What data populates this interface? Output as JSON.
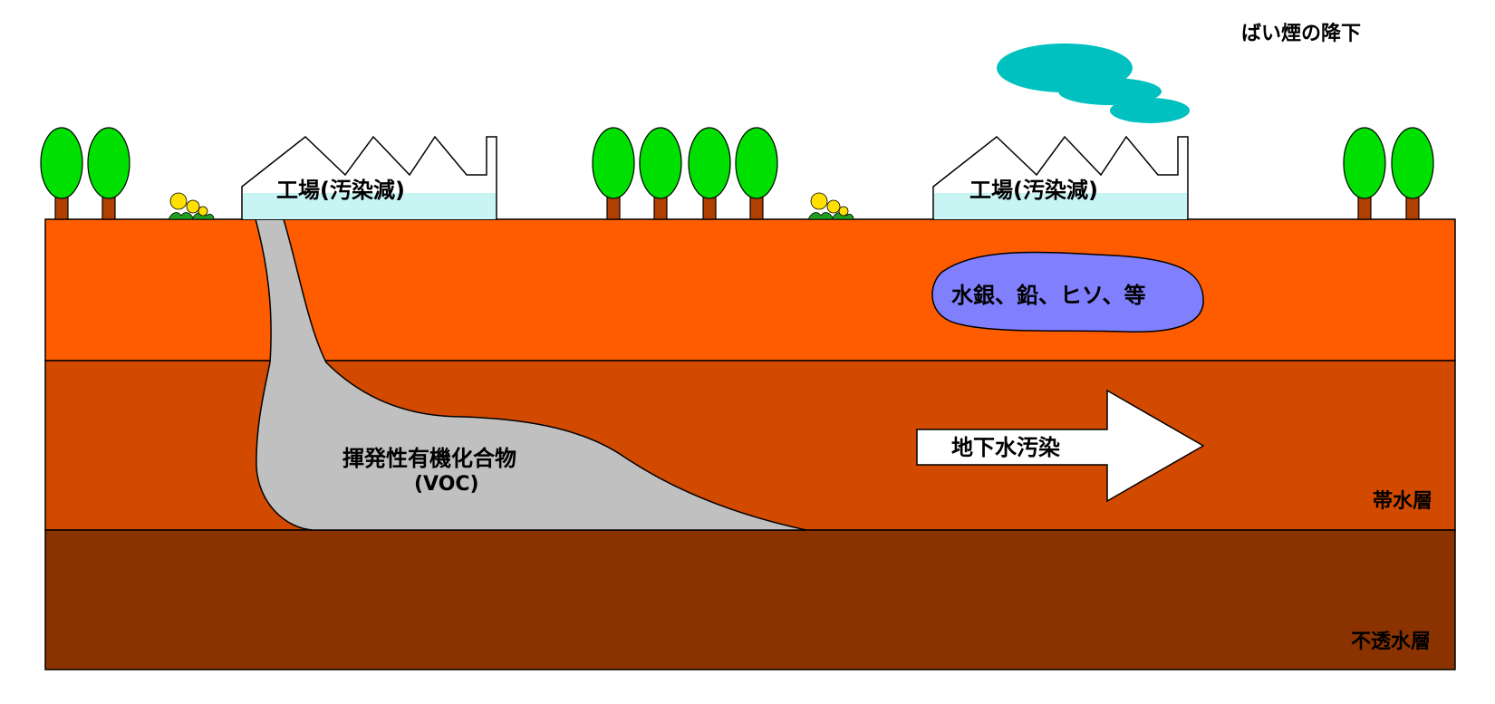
{
  "labels": {
    "smoke_fallout": "ばい煙の降下",
    "factory_left": "工場(汚染減)",
    "factory_right": "工場(汚染減)",
    "heavy_metals": "水銀、鉛、ヒソ、等",
    "voc_name": "揮発性有機化合物",
    "voc_abbr": "(VOC)",
    "groundwater_pollution": "地下水汚染",
    "aquifer": "帯水層",
    "impermeable_layer": "不透水層"
  },
  "colors": {
    "topsoil": "#ff5c00",
    "aquifer": "#d24a00",
    "impermeable": "#8a3300",
    "voc_plume": "#c0c0c0",
    "metals_pool": "#8080ff",
    "smoke": "#00c0c0",
    "factory_fill": "#c8f4f4",
    "tree_crown": "#00e000",
    "tree_trunk": "#b04000"
  }
}
